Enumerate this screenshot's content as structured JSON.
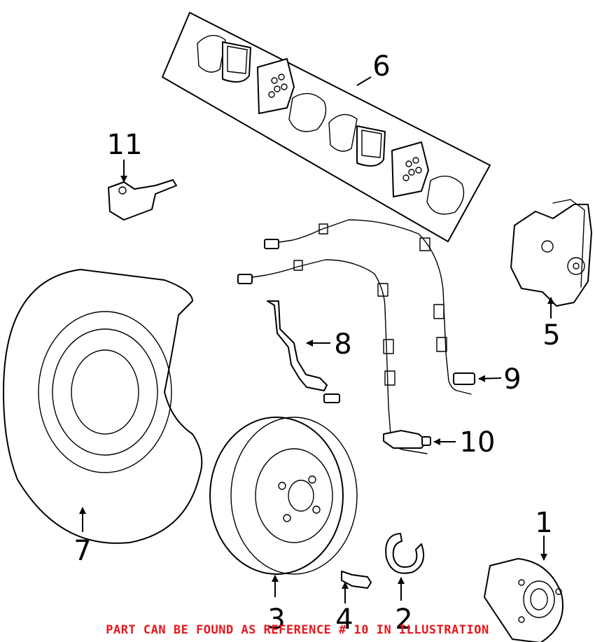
{
  "callouts": {
    "c1": "1",
    "c2": "2",
    "c3": "3",
    "c4": "4",
    "c5": "5",
    "c6": "6",
    "c7": "7",
    "c8": "8",
    "c9": "9",
    "c10": "10",
    "c11": "11"
  },
  "notice": "PART CAN BE FOUND AS REFERENCE # 10 IN ILLUSTRATION",
  "colors": {
    "notice": "#e8161c",
    "lines": "#000000",
    "background": "#ffffff"
  }
}
